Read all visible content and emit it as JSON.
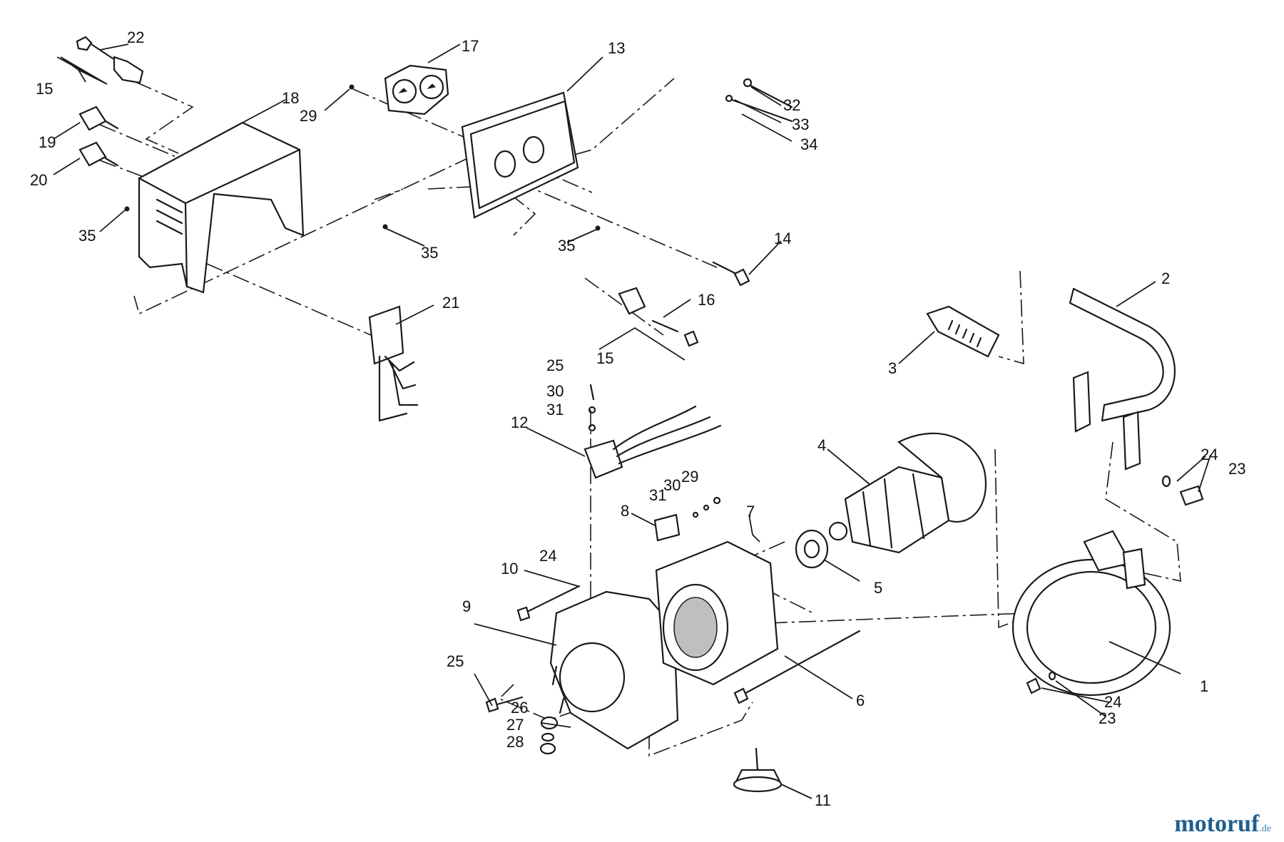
{
  "diagram": {
    "callouts": {
      "c1": "1",
      "c2": "2",
      "c3": "3",
      "c4": "4",
      "c5": "5",
      "c6": "6",
      "c7": "7",
      "c8": "8",
      "c9": "9",
      "c10": "10",
      "c11": "11",
      "c12": "12",
      "c13": "13",
      "c14": "14",
      "c15a": "15",
      "c15b": "15",
      "c16": "16",
      "c17": "17",
      "c18": "18",
      "c19": "19",
      "c20": "20",
      "c21": "21",
      "c22": "22",
      "c23a": "23",
      "c23b": "23",
      "c24a": "24",
      "c24b": "24",
      "c24c": "24",
      "c25a": "25",
      "c25b": "25",
      "c26": "26",
      "c27": "27",
      "c28": "28",
      "c29a": "29",
      "c29b": "29",
      "c30a": "30",
      "c30b": "30",
      "c31a": "31",
      "c31b": "31",
      "c32": "32",
      "c33": "33",
      "c34": "34",
      "c35a": "35",
      "c35b": "35",
      "c35c": "35"
    }
  },
  "watermark": {
    "main": "motoruf",
    "sub": ".de"
  }
}
